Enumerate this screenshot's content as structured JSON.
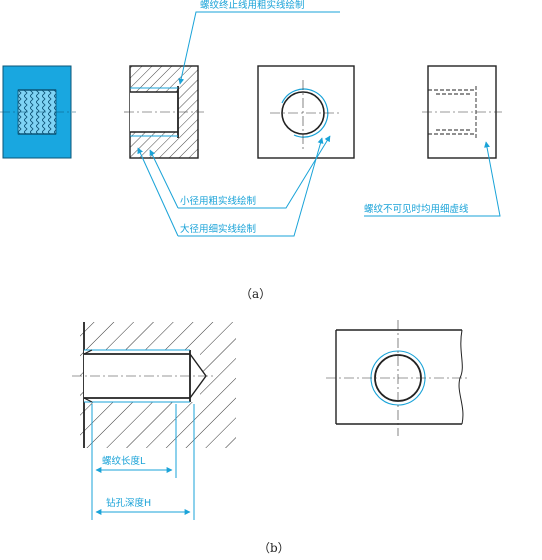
{
  "annotations": {
    "thread_end_line": "螺纹终止线用粗实线绘制",
    "minor_diameter": "小径用粗实线绘制",
    "major_diameter": "大径用细实线绘制",
    "invisible_thread": "螺纹不可见时均用细虚线",
    "thread_length": "螺纹长度L",
    "drill_depth": "钻孔深度H"
  },
  "captions": {
    "a": "（a）",
    "b": "（b）"
  },
  "colors": {
    "annotation": "#1aa3d8",
    "section_fill": "#19a7e0",
    "line": "#222222"
  }
}
